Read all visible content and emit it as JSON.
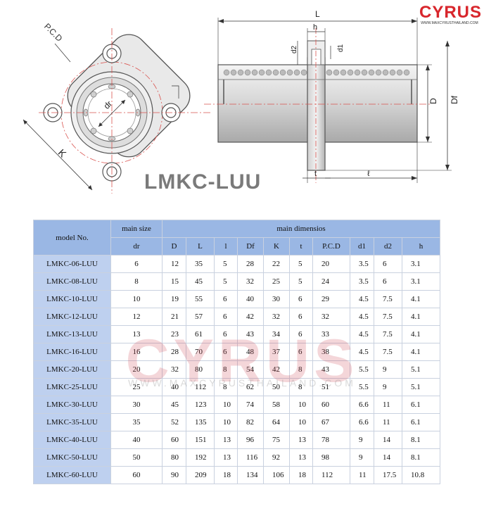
{
  "brand": {
    "name": "CYRUS",
    "url": "WWW.MAXCYRUSTHAILAND.COM"
  },
  "product_title": "LMKC-LUU",
  "drawing_labels": {
    "pcd": "P.C.D",
    "dr": "dr",
    "k": "K",
    "L": "L",
    "h": "h",
    "d1": "d1",
    "d2": "d2",
    "D": "D",
    "Df": "Df",
    "t": "t",
    "l": "ℓ"
  },
  "table": {
    "model_header": "model No.",
    "main_size_header": "main size",
    "main_dims_header": "main dimensios",
    "dr_header": "dr",
    "dim_headers": [
      "D",
      "L",
      "l",
      "Df",
      "K",
      "t",
      "P.C.D",
      "d1",
      "d2",
      "h"
    ],
    "rows": [
      {
        "model": "LMKC-06-LUU",
        "dr": "6",
        "dims": [
          "12",
          "35",
          "5",
          "28",
          "22",
          "5",
          "20",
          "3.5",
          "6",
          "3.1"
        ]
      },
      {
        "model": "LMKC-08-LUU",
        "dr": "8",
        "dims": [
          "15",
          "45",
          "5",
          "32",
          "25",
          "5",
          "24",
          "3.5",
          "6",
          "3.1"
        ]
      },
      {
        "model": "LMKC-10-LUU",
        "dr": "10",
        "dims": [
          "19",
          "55",
          "6",
          "40",
          "30",
          "6",
          "29",
          "4.5",
          "7.5",
          "4.1"
        ]
      },
      {
        "model": "LMKC-12-LUU",
        "dr": "12",
        "dims": [
          "21",
          "57",
          "6",
          "42",
          "32",
          "6",
          "32",
          "4.5",
          "7.5",
          "4.1"
        ]
      },
      {
        "model": "LMKC-13-LUU",
        "dr": "13",
        "dims": [
          "23",
          "61",
          "6",
          "43",
          "34",
          "6",
          "33",
          "4.5",
          "7.5",
          "4.1"
        ]
      },
      {
        "model": "LMKC-16-LUU",
        "dr": "16",
        "dims": [
          "28",
          "70",
          "6",
          "48",
          "37",
          "6",
          "38",
          "4.5",
          "7.5",
          "4.1"
        ]
      },
      {
        "model": "LMKC-20-LUU",
        "dr": "20",
        "dims": [
          "32",
          "80",
          "8",
          "54",
          "42",
          "8",
          "43",
          "5.5",
          "9",
          "5.1"
        ]
      },
      {
        "model": "LMKC-25-LUU",
        "dr": "25",
        "dims": [
          "40",
          "112",
          "8",
          "62",
          "50",
          "8",
          "51",
          "5.5",
          "9",
          "5.1"
        ]
      },
      {
        "model": "LMKC-30-LUU",
        "dr": "30",
        "dims": [
          "45",
          "123",
          "10",
          "74",
          "58",
          "10",
          "60",
          "6.6",
          "11",
          "6.1"
        ]
      },
      {
        "model": "LMKC-35-LUU",
        "dr": "35",
        "dims": [
          "52",
          "135",
          "10",
          "82",
          "64",
          "10",
          "67",
          "6.6",
          "11",
          "6.1"
        ]
      },
      {
        "model": "LMKC-40-LUU",
        "dr": "40",
        "dims": [
          "60",
          "151",
          "13",
          "96",
          "75",
          "13",
          "78",
          "9",
          "14",
          "8.1"
        ]
      },
      {
        "model": "LMKC-50-LUU",
        "dr": "50",
        "dims": [
          "80",
          "192",
          "13",
          "116",
          "92",
          "13",
          "98",
          "9",
          "14",
          "8.1"
        ]
      },
      {
        "model": "LMKC-60-LUU",
        "dr": "60",
        "dims": [
          "90",
          "209",
          "18",
          "134",
          "106",
          "18",
          "112",
          "11",
          "17.5",
          "10.8"
        ]
      }
    ]
  }
}
